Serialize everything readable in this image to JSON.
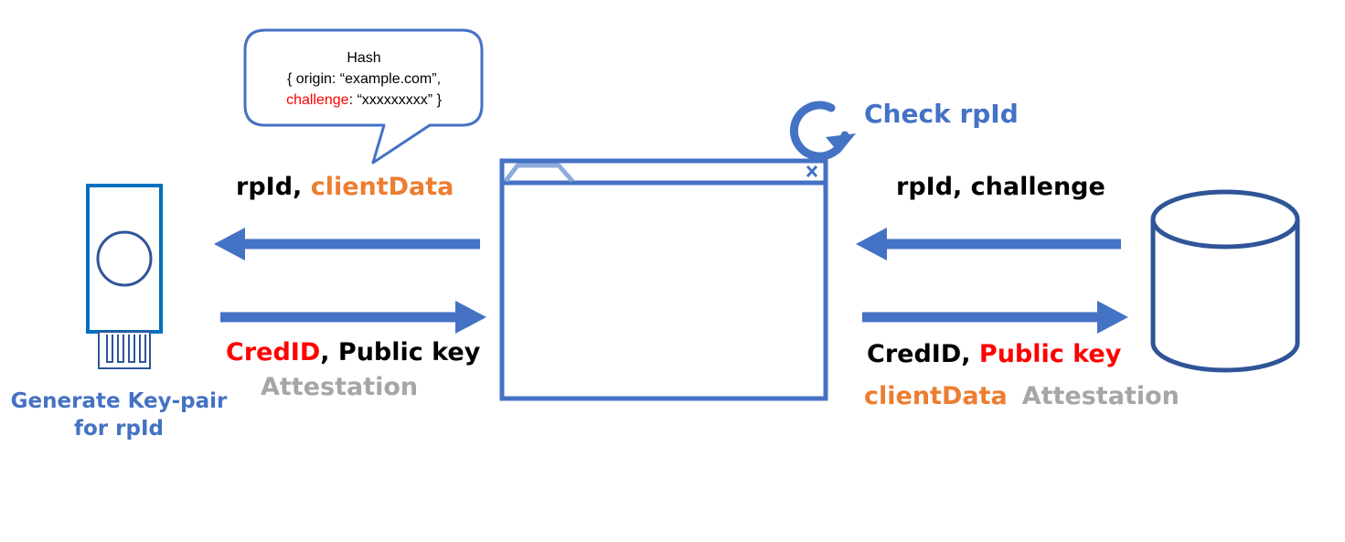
{
  "colors": {
    "accent_blue": "#4472c4",
    "dark_blue": "#2f5597",
    "orange": "#ed7d31",
    "red": "#ff0000",
    "gray": "#a6a6a6",
    "black": "#000000"
  },
  "icons": {
    "authenticator": "usb-security-key-icon",
    "browser": "browser-window-icon",
    "server": "database-cylinder-icon",
    "refresh": "refresh-arrow-icon"
  },
  "bubble": {
    "line1": "Hash",
    "line2": "{ origin: “example.com”,",
    "line3_key": "challenge",
    "line3_rest": ": “xxxxxxxxx” }"
  },
  "check_rpid": "Check rpId",
  "left_top": {
    "rpid": "rpId",
    "sep": ", ",
    "clientdata": "clientData"
  },
  "right_top": {
    "text": "rpId, challenge"
  },
  "left_bottom": {
    "credid": "CredID",
    "sep": ", ",
    "pubkey": "Public key",
    "attestation": "Attestation"
  },
  "right_bottom": {
    "credid": "CredID",
    "sep": ", ",
    "pubkey": "Public key",
    "clientdata": "clientData",
    "attestation": "Attestation"
  },
  "generate": {
    "line1": "Generate Key-pair",
    "line2": "for rpId"
  }
}
